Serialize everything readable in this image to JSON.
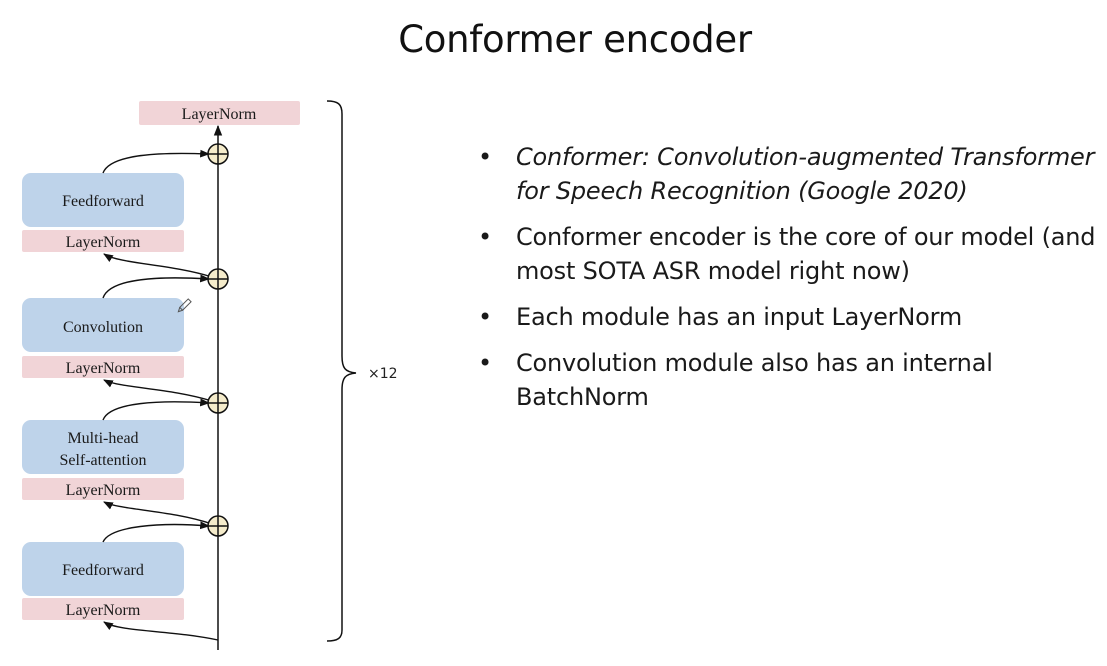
{
  "title": "Conformer encoder",
  "diagram": {
    "top_norm": "LayerNorm",
    "blocks": [
      {
        "label_lines": [
          "Feedforward"
        ],
        "norm": "LayerNorm"
      },
      {
        "label_lines": [
          "Convolution"
        ],
        "norm": "LayerNorm"
      },
      {
        "label_lines": [
          "Multi-head",
          "Self-attention"
        ],
        "norm": "LayerNorm"
      },
      {
        "label_lines": [
          "Feedforward"
        ],
        "norm": "LayerNorm"
      }
    ],
    "repeat_label": "×12",
    "colors": {
      "block_fill": "#bed3ea",
      "norm_fill": "#f1d4d7",
      "add_fill": "#f5eccb"
    }
  },
  "bullets": [
    {
      "text": "Conformer: Convolution-augmented Transformer for Speech Recognition (Google 2020)",
      "italic": true
    },
    {
      "text": "Conformer encoder is the core of our model (and most SOTA ASR model right now)",
      "italic": false
    },
    {
      "text": "Each module has an input LayerNorm",
      "italic": false
    },
    {
      "text": "Convolution module also has an internal BatchNorm",
      "italic": false
    }
  ]
}
